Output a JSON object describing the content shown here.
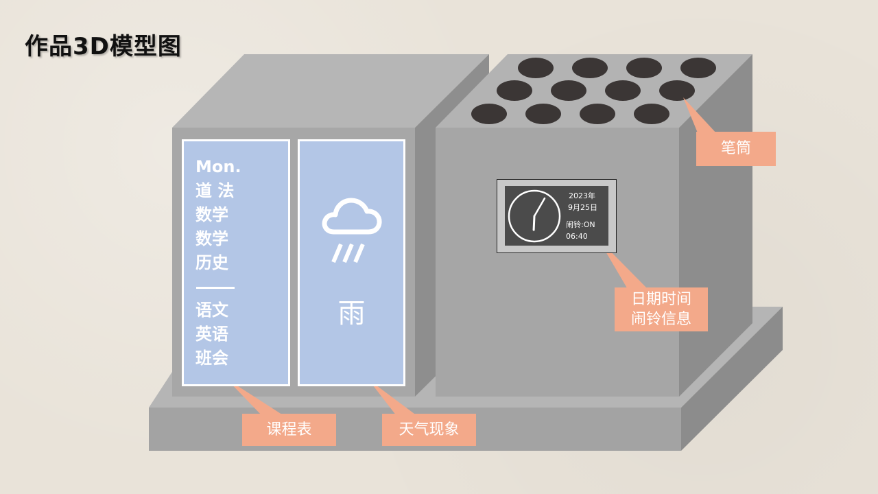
{
  "title": "作品3D模型图",
  "schedule": {
    "day": "Mon.",
    "morning": [
      "道 法",
      "数学",
      "数学",
      "历史"
    ],
    "afternoon": [
      "语文",
      "英语",
      "班会"
    ]
  },
  "weather": {
    "icon": "rain-cloud-icon",
    "text": "雨"
  },
  "display": {
    "year": "2023年",
    "date": "9月25日",
    "alarm_status": "闹铃:ON",
    "alarm_time": "06:40",
    "clock": {
      "hour": 6,
      "minute": 5
    }
  },
  "callouts": {
    "pen_holder": "笔筒",
    "datetime_line1": "日期时间",
    "datetime_line2": "闹铃信息",
    "schedule": "课程表",
    "weather": "天气现象"
  },
  "colors": {
    "panel_blue": "#b3c6e6",
    "callout_salmon": "#f3a98a",
    "pen_hole": "#3b3635",
    "body_gray": "#a6a6a6"
  }
}
